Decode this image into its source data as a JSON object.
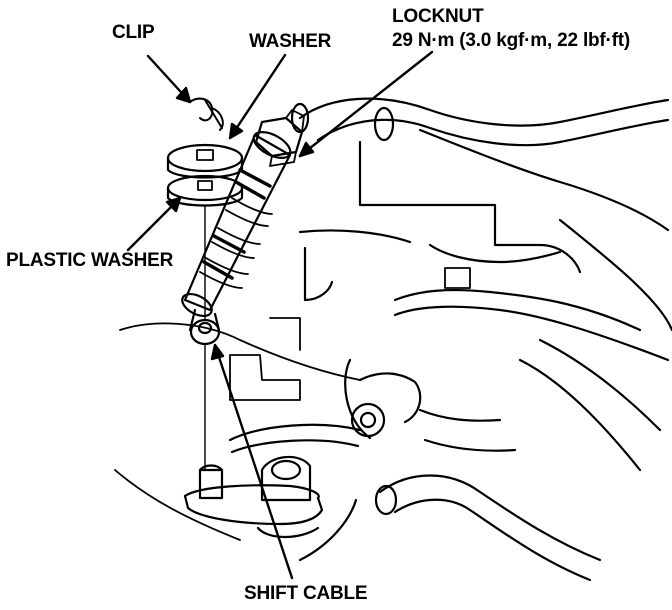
{
  "labels": {
    "clip": "CLIP",
    "washer": "WASHER",
    "locknut": "LOCKNUT",
    "locknut_torque": "29 N·m (3.0 kgf·m, 22 lbf·ft)",
    "plastic_washer": "PLASTIC WASHER",
    "shift_cable": "SHIFT CABLE"
  },
  "colors": {
    "ink": "#000000",
    "paper": "#ffffff"
  }
}
